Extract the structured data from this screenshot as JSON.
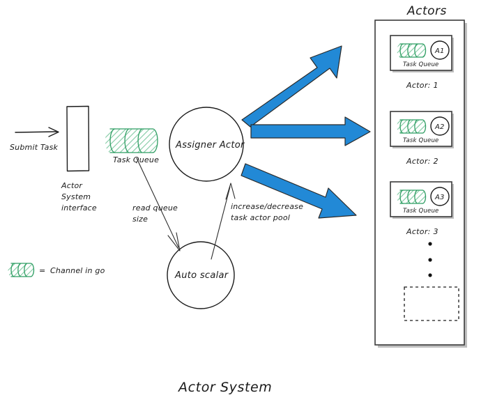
{
  "diagram": {
    "title": "Actor System",
    "actors_panel_title": "Actors",
    "submit": {
      "label": "Submit Task"
    },
    "interface_box": {
      "caption_line1": "Actor",
      "caption_line2": "System",
      "caption_line3": "interface"
    },
    "main_queue": {
      "label": "Task Queue"
    },
    "assigner": {
      "label": "Assigner Actor"
    },
    "autoscalar": {
      "label": "Auto scalar"
    },
    "edges": [
      {
        "id": "read-queue-size",
        "line1": "read queue",
        "line2": "size"
      },
      {
        "id": "scale-pool",
        "line1": "increase/decrease",
        "line2": "task actor pool"
      }
    ],
    "legend": {
      "equals": "=",
      "text": "Channel in go"
    },
    "actors": [
      {
        "badge": "A1",
        "queue_label": "Task Queue",
        "caption": "Actor: 1"
      },
      {
        "badge": "A2",
        "queue_label": "Task Queue",
        "caption": "Actor: 2"
      },
      {
        "badge": "A3",
        "queue_label": "Task Queue",
        "caption": "Actor: 3"
      }
    ],
    "ellipsis_count": 3,
    "placeholder_actor": {
      "label": ""
    },
    "colors": {
      "arrow_blue": "#2289d6",
      "channel_green": "#2f9e63",
      "ink": "#1a1a1a",
      "background": "#ffffff"
    }
  }
}
